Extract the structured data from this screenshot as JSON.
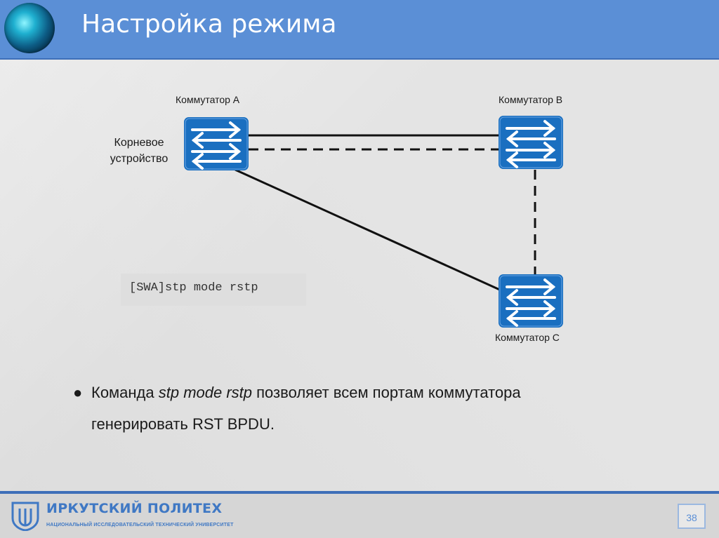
{
  "header": {
    "title": "Настройка режима"
  },
  "diagram": {
    "switches": [
      {
        "id": "A",
        "label": "Коммутатор A"
      },
      {
        "id": "B",
        "label": "Коммутатор B"
      },
      {
        "id": "C",
        "label": "Коммутатор C"
      }
    ],
    "root_label_line1": "Корневое",
    "root_label_line2": "устройство",
    "links": [
      {
        "from": "A",
        "to": "B",
        "style": "solid"
      },
      {
        "from": "A",
        "to": "B",
        "style": "dashed"
      },
      {
        "from": "A",
        "to": "C",
        "style": "solid"
      },
      {
        "from": "B",
        "to": "C",
        "style": "dashed"
      }
    ],
    "switch_color": "#1a6fc0",
    "switch_icon": "switch-arrows-icon"
  },
  "command": {
    "text": "[SWA]stp mode rstp"
  },
  "bullet": {
    "part1": "Команда ",
    "italic": "stp mode rstp",
    "part2": " позволяет всем портам коммутатора",
    "line2": "генерировать RST BPDU."
  },
  "footer": {
    "university_name": "ИРКУТСКИЙ ПОЛИТЕХ",
    "university_subtitle": "НАЦИОНАЛЬНЫЙ ИССЛЕДОВАТЕЛЬСКИЙ ТЕХНИЧЕСКИЙ УНИВЕРСИТЕТ",
    "page_number": "38"
  },
  "colors": {
    "header_bg": "#5b8fd6",
    "accent": "#3f78c4"
  }
}
